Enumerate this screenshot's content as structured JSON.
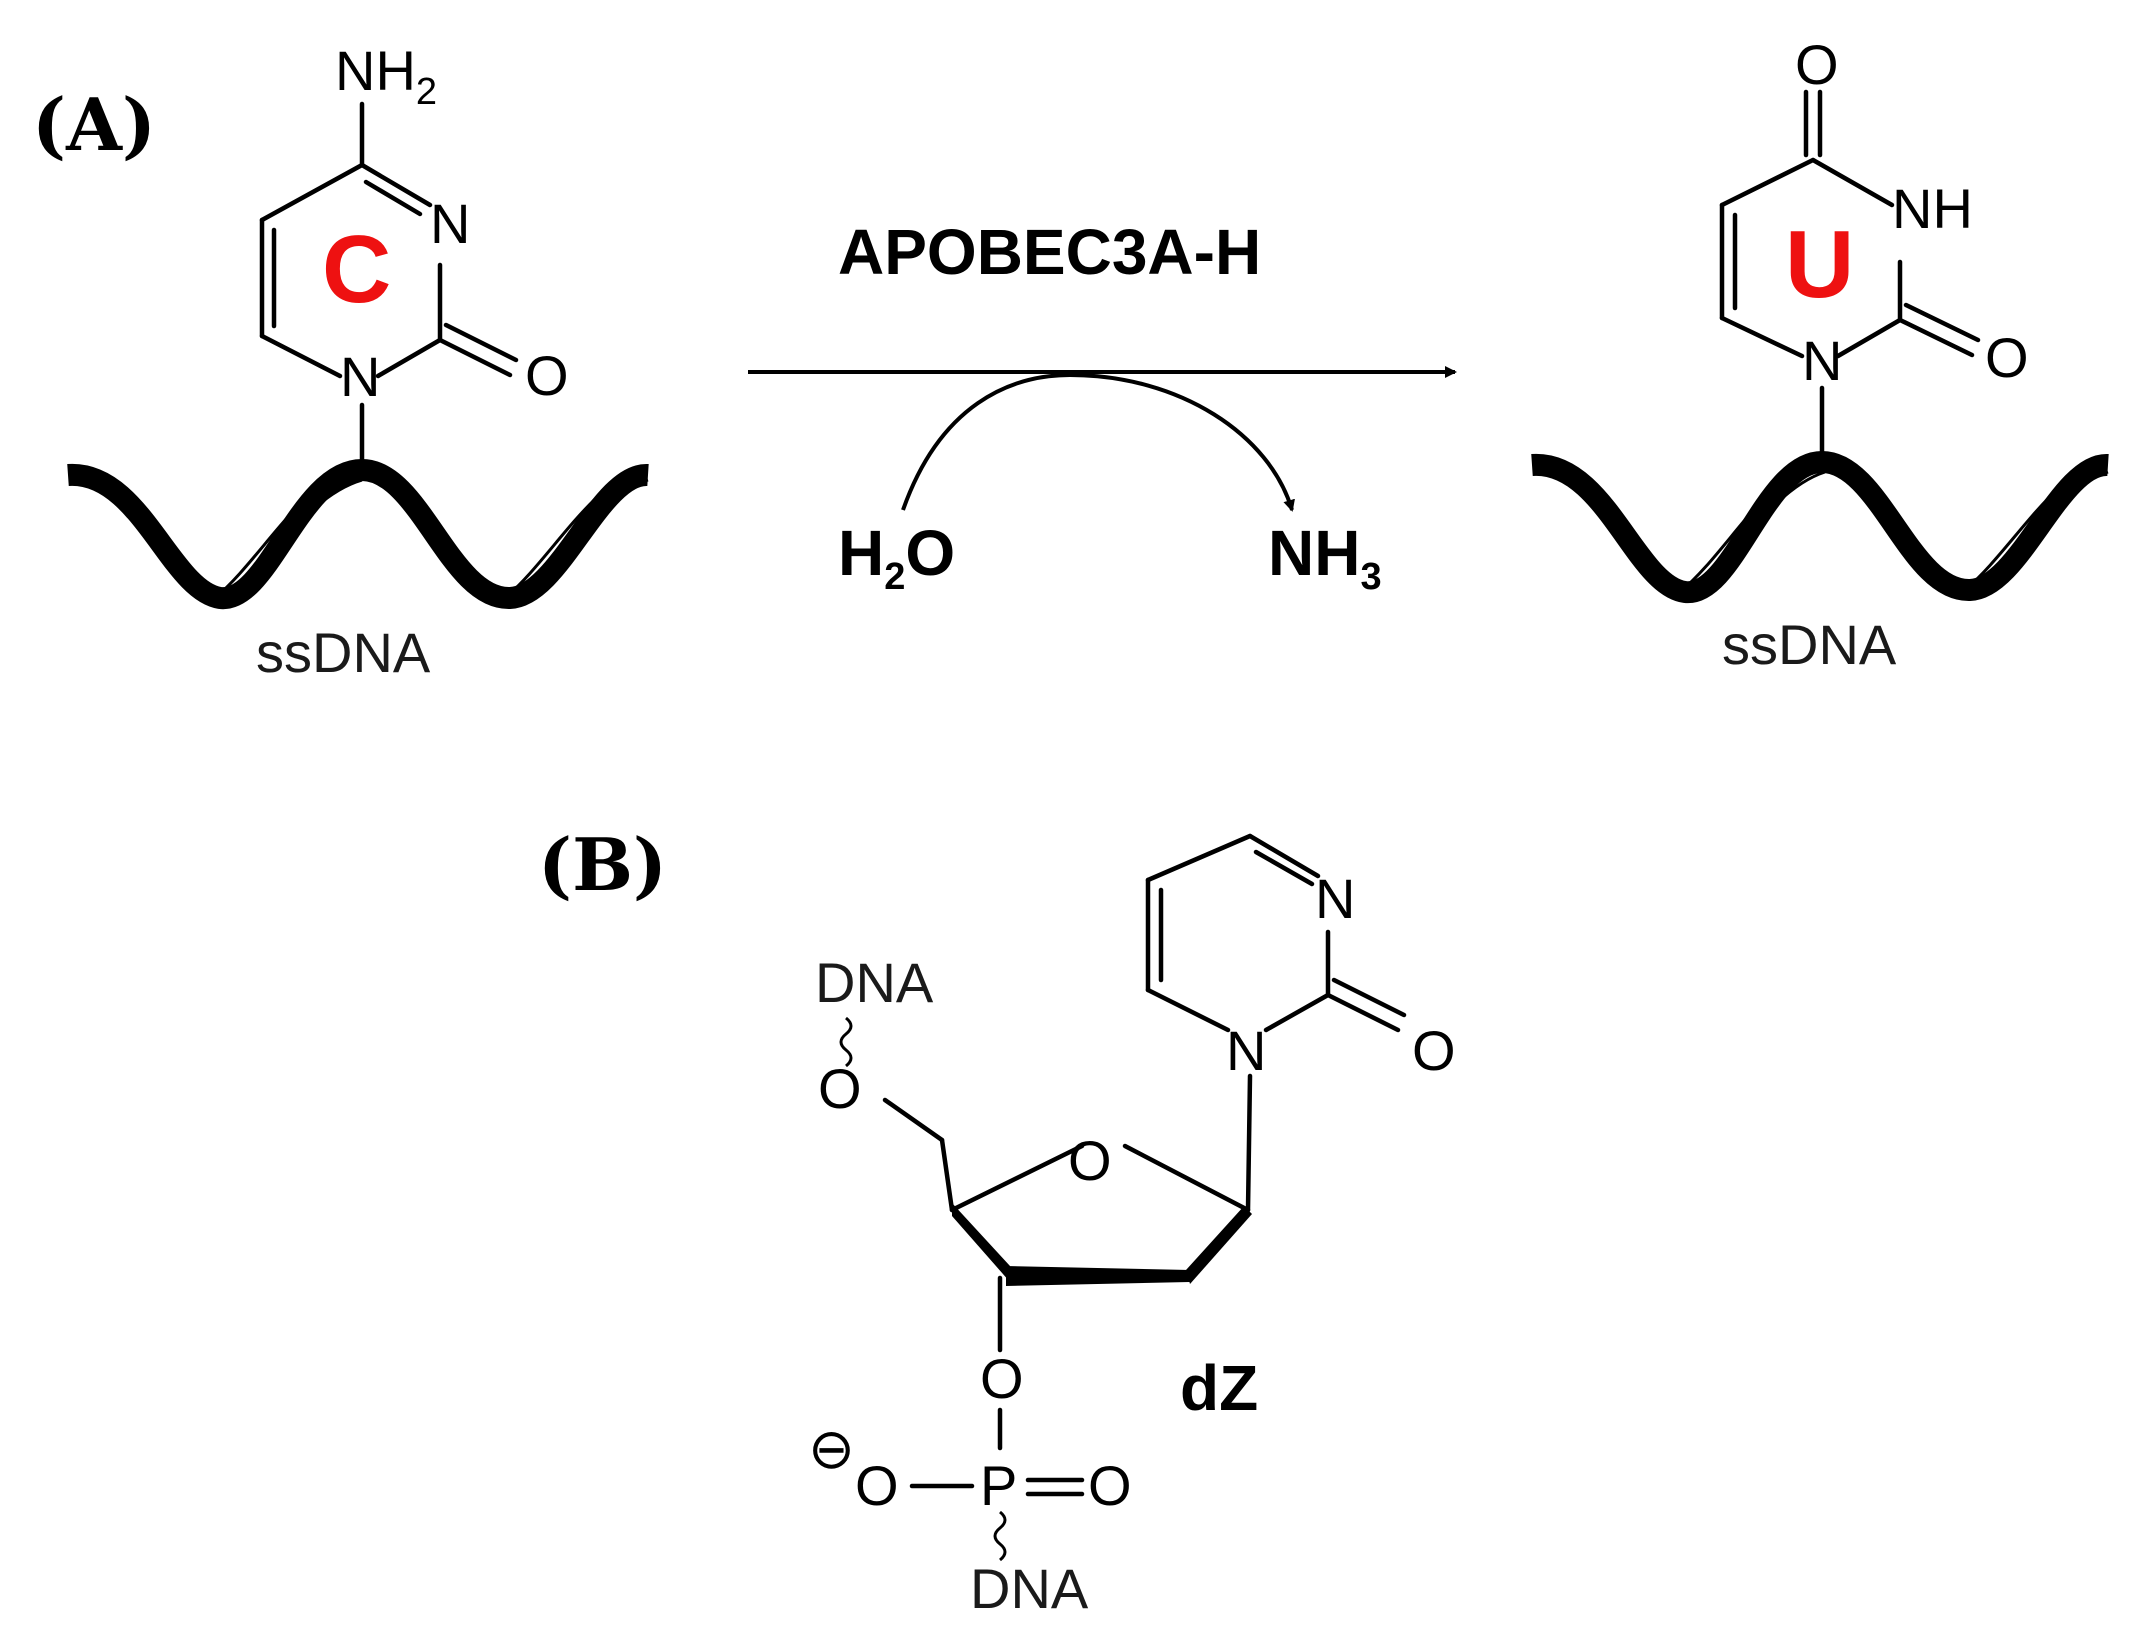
{
  "panel_a": {
    "label": "(A)",
    "substrate": {
      "amine": "NH",
      "amine_sub": "2",
      "ring_n_top": "N",
      "ring_n_bottom": "N",
      "carbonyl_o": "O",
      "base_letter": "C",
      "strand_label": "ssDNA"
    },
    "enzyme": "APOBEC3A-H",
    "reactant": {
      "text": "H",
      "sub": "2",
      "text2": "O"
    },
    "product_gas": {
      "text": "NH",
      "sub": "3"
    },
    "product": {
      "top_o": "O",
      "nh": "NH",
      "ring_n": "N",
      "carbonyl_o": "O",
      "base_letter": "U",
      "strand_label": "ssDNA"
    }
  },
  "panel_b": {
    "label": "(B)",
    "ring_n_top": "N",
    "ring_n_bottom": "N",
    "carbonyl_o": "O",
    "dna_top": "DNA",
    "o5": "O",
    "ring_o": "O",
    "o3": "O",
    "phosphate_o_minus": "O",
    "charge": "⊖",
    "phosphorus": "P",
    "phosphate_o_double": "O",
    "dna_bottom": "DNA",
    "compound_name": "dZ"
  },
  "colors": {
    "base_letter": "#ee1111",
    "ink": "#000000"
  }
}
